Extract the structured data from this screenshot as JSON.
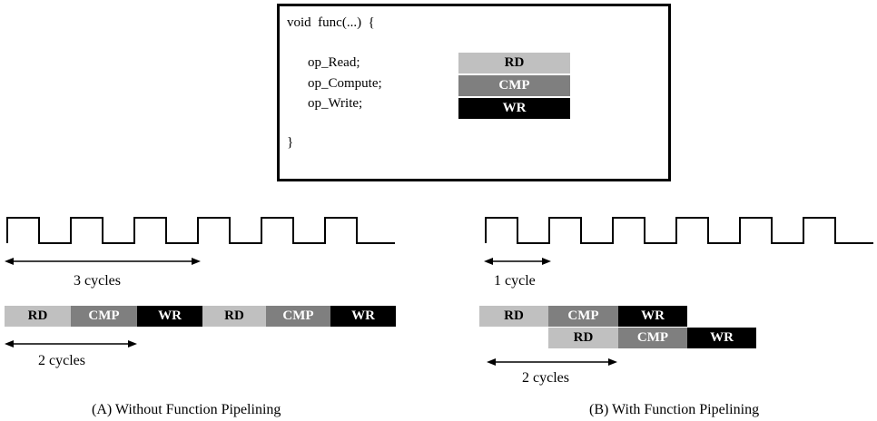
{
  "code": {
    "signature": "void  func(...)  {",
    "lines": [
      "op_Read;",
      "op_Compute;",
      "op_Write;"
    ],
    "closing": "}"
  },
  "ops": {
    "rd": "RD",
    "cmp": "CMP",
    "wr": "WR"
  },
  "colors": {
    "rd": "#c0c0c0",
    "cmp": "#7f7f7f",
    "wr": "#000000"
  },
  "panel_a": {
    "caption": "(A) Without Function Pipelining",
    "top_interval": "3 cycles",
    "bottom_interval": "2 cycles",
    "sequence": [
      "RD",
      "CMP",
      "WR",
      "RD",
      "CMP",
      "WR"
    ]
  },
  "panel_b": {
    "caption": "(B) With Function Pipelining",
    "top_interval": "1 cycle",
    "bottom_interval": "2 cycles",
    "row1": [
      "RD",
      "CMP",
      "WR"
    ],
    "row2": [
      "RD",
      "CMP",
      "WR"
    ]
  }
}
